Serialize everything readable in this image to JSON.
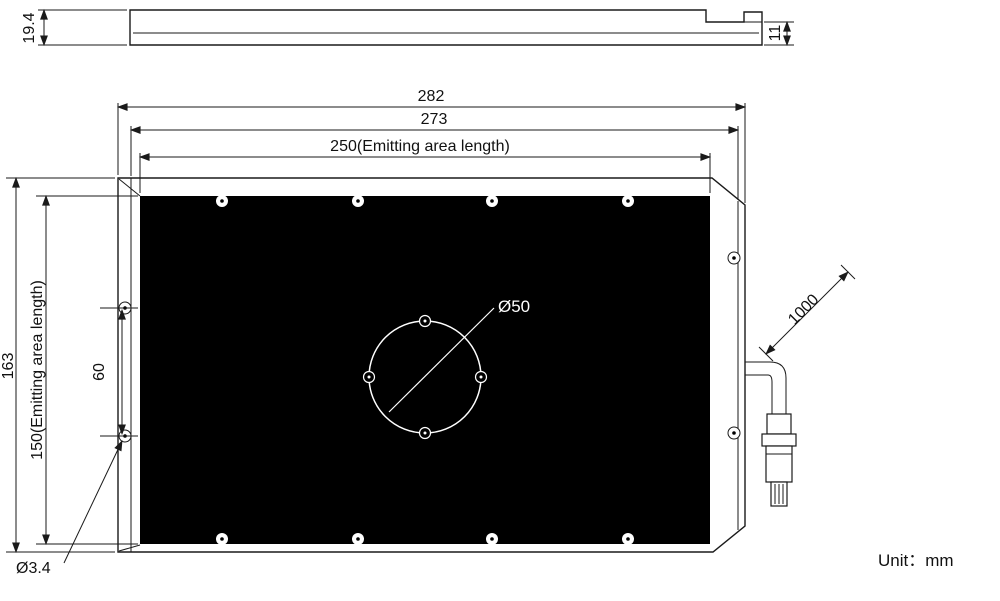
{
  "drawing": {
    "unit_label": "Unit：mm",
    "side_view": {
      "height_total": "19.4",
      "height_end": "11"
    },
    "front_view": {
      "width_overall": "282",
      "width_frame": "273",
      "width_emitting": "250(Emitting area length)",
      "height_overall": "163",
      "height_emitting": "150(Emitting area length)",
      "hole_pitch_vertical": "60",
      "mounting_hole_diameter": "Ø3.4",
      "center_circle_diameter": "Ø50",
      "cable_length": "1000"
    },
    "colors": {
      "line": "#1a1a1a",
      "emitting_area": "#000000",
      "background": "#ffffff"
    }
  }
}
